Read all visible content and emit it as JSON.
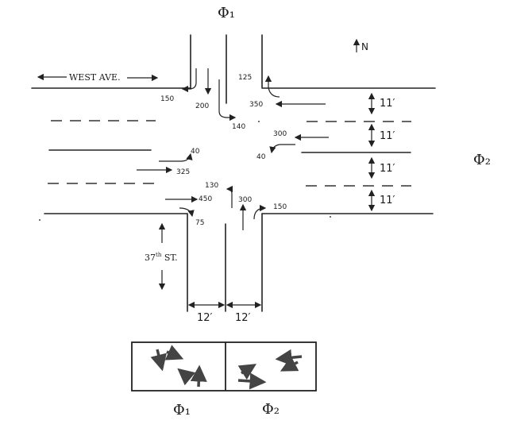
{
  "phases": {
    "p1": "Φ₁",
    "p2": "Φ₂"
  },
  "north": "N",
  "streets": {
    "west_ave": "WEST AVE.",
    "st37_num": "37",
    "st37_sup": "th",
    "st37_rest": " ST."
  },
  "dims": {
    "ew": [
      "11′",
      "11′",
      "11′",
      "11′"
    ],
    "ns": [
      "12′",
      "12′"
    ]
  },
  "volumes": {
    "sb_right": "150",
    "sb_through": "200",
    "sb_left": "140",
    "wb_right": "125",
    "wb_through_1": "350",
    "wb_through_2": "300",
    "wb_left": "40",
    "eb_left": "40",
    "eb_through_1": "325",
    "eb_through_2": "450",
    "eb_right": "75",
    "nb_left": "130",
    "nb_through": "300",
    "nb_right": "150"
  }
}
